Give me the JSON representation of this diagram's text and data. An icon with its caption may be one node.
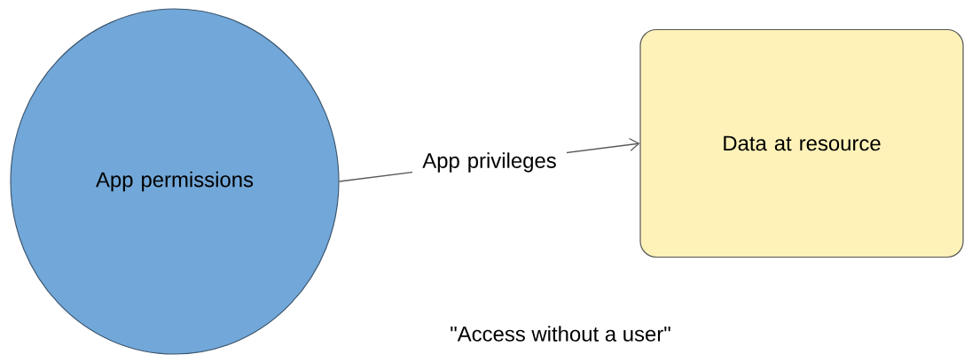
{
  "diagram": {
    "nodes": [
      {
        "text": [
          "App permissions"
        ]
      },
      {
        "text": [
          "Data at resource"
        ]
      }
    ],
    "edges": [
      {
        "from": 0,
        "to": 1,
        "arrow": "to",
        "label": "App privileges"
      }
    ],
    "labels": [
      "\"Access without a user\""
    ]
  }
}
